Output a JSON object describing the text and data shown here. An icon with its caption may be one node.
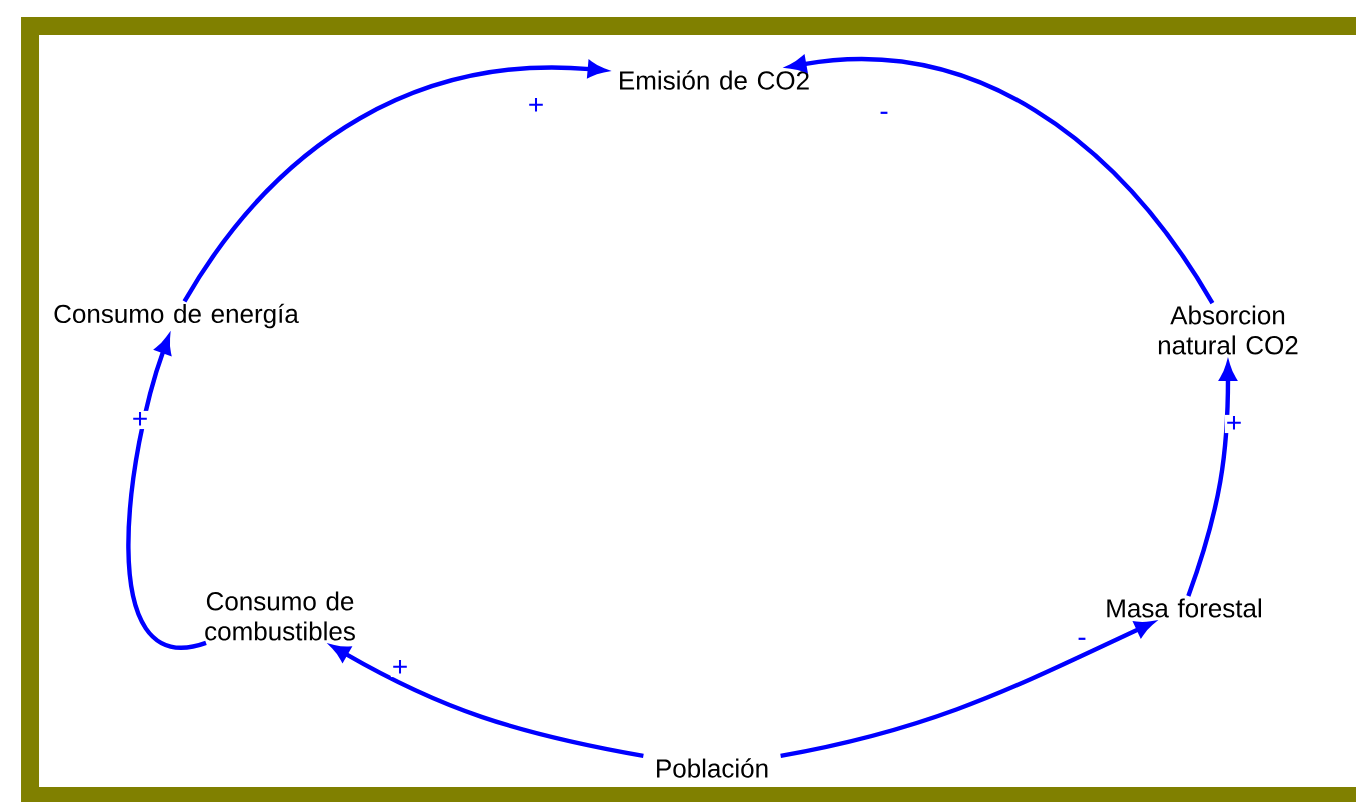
{
  "diagram": {
    "nodes": [
      {
        "text": [
          "Emisión de CO2"
        ]
      },
      {
        "text": [
          "Absorcion natural CO2"
        ]
      },
      {
        "text": [
          "Masa forestal"
        ]
      },
      {
        "text": [
          "Población"
        ]
      },
      {
        "text": [
          "Consumo de combustibles"
        ]
      },
      {
        "text": [
          "Consumo de energía"
        ]
      }
    ],
    "edges": [
      {
        "from": 3,
        "to": 4,
        "arrow": "to",
        "label": "+"
      },
      {
        "from": 3,
        "to": 2,
        "arrow": "to",
        "label": "-"
      },
      {
        "from": 2,
        "to": 1,
        "arrow": "to",
        "label": "+"
      },
      {
        "from": 1,
        "to": 0,
        "arrow": "to",
        "label": "-"
      },
      {
        "from": 5,
        "to": 0,
        "arrow": "to",
        "label": "+"
      },
      {
        "from": 4,
        "to": 5,
        "arrow": "to",
        "label": "+"
      }
    ]
  }
}
